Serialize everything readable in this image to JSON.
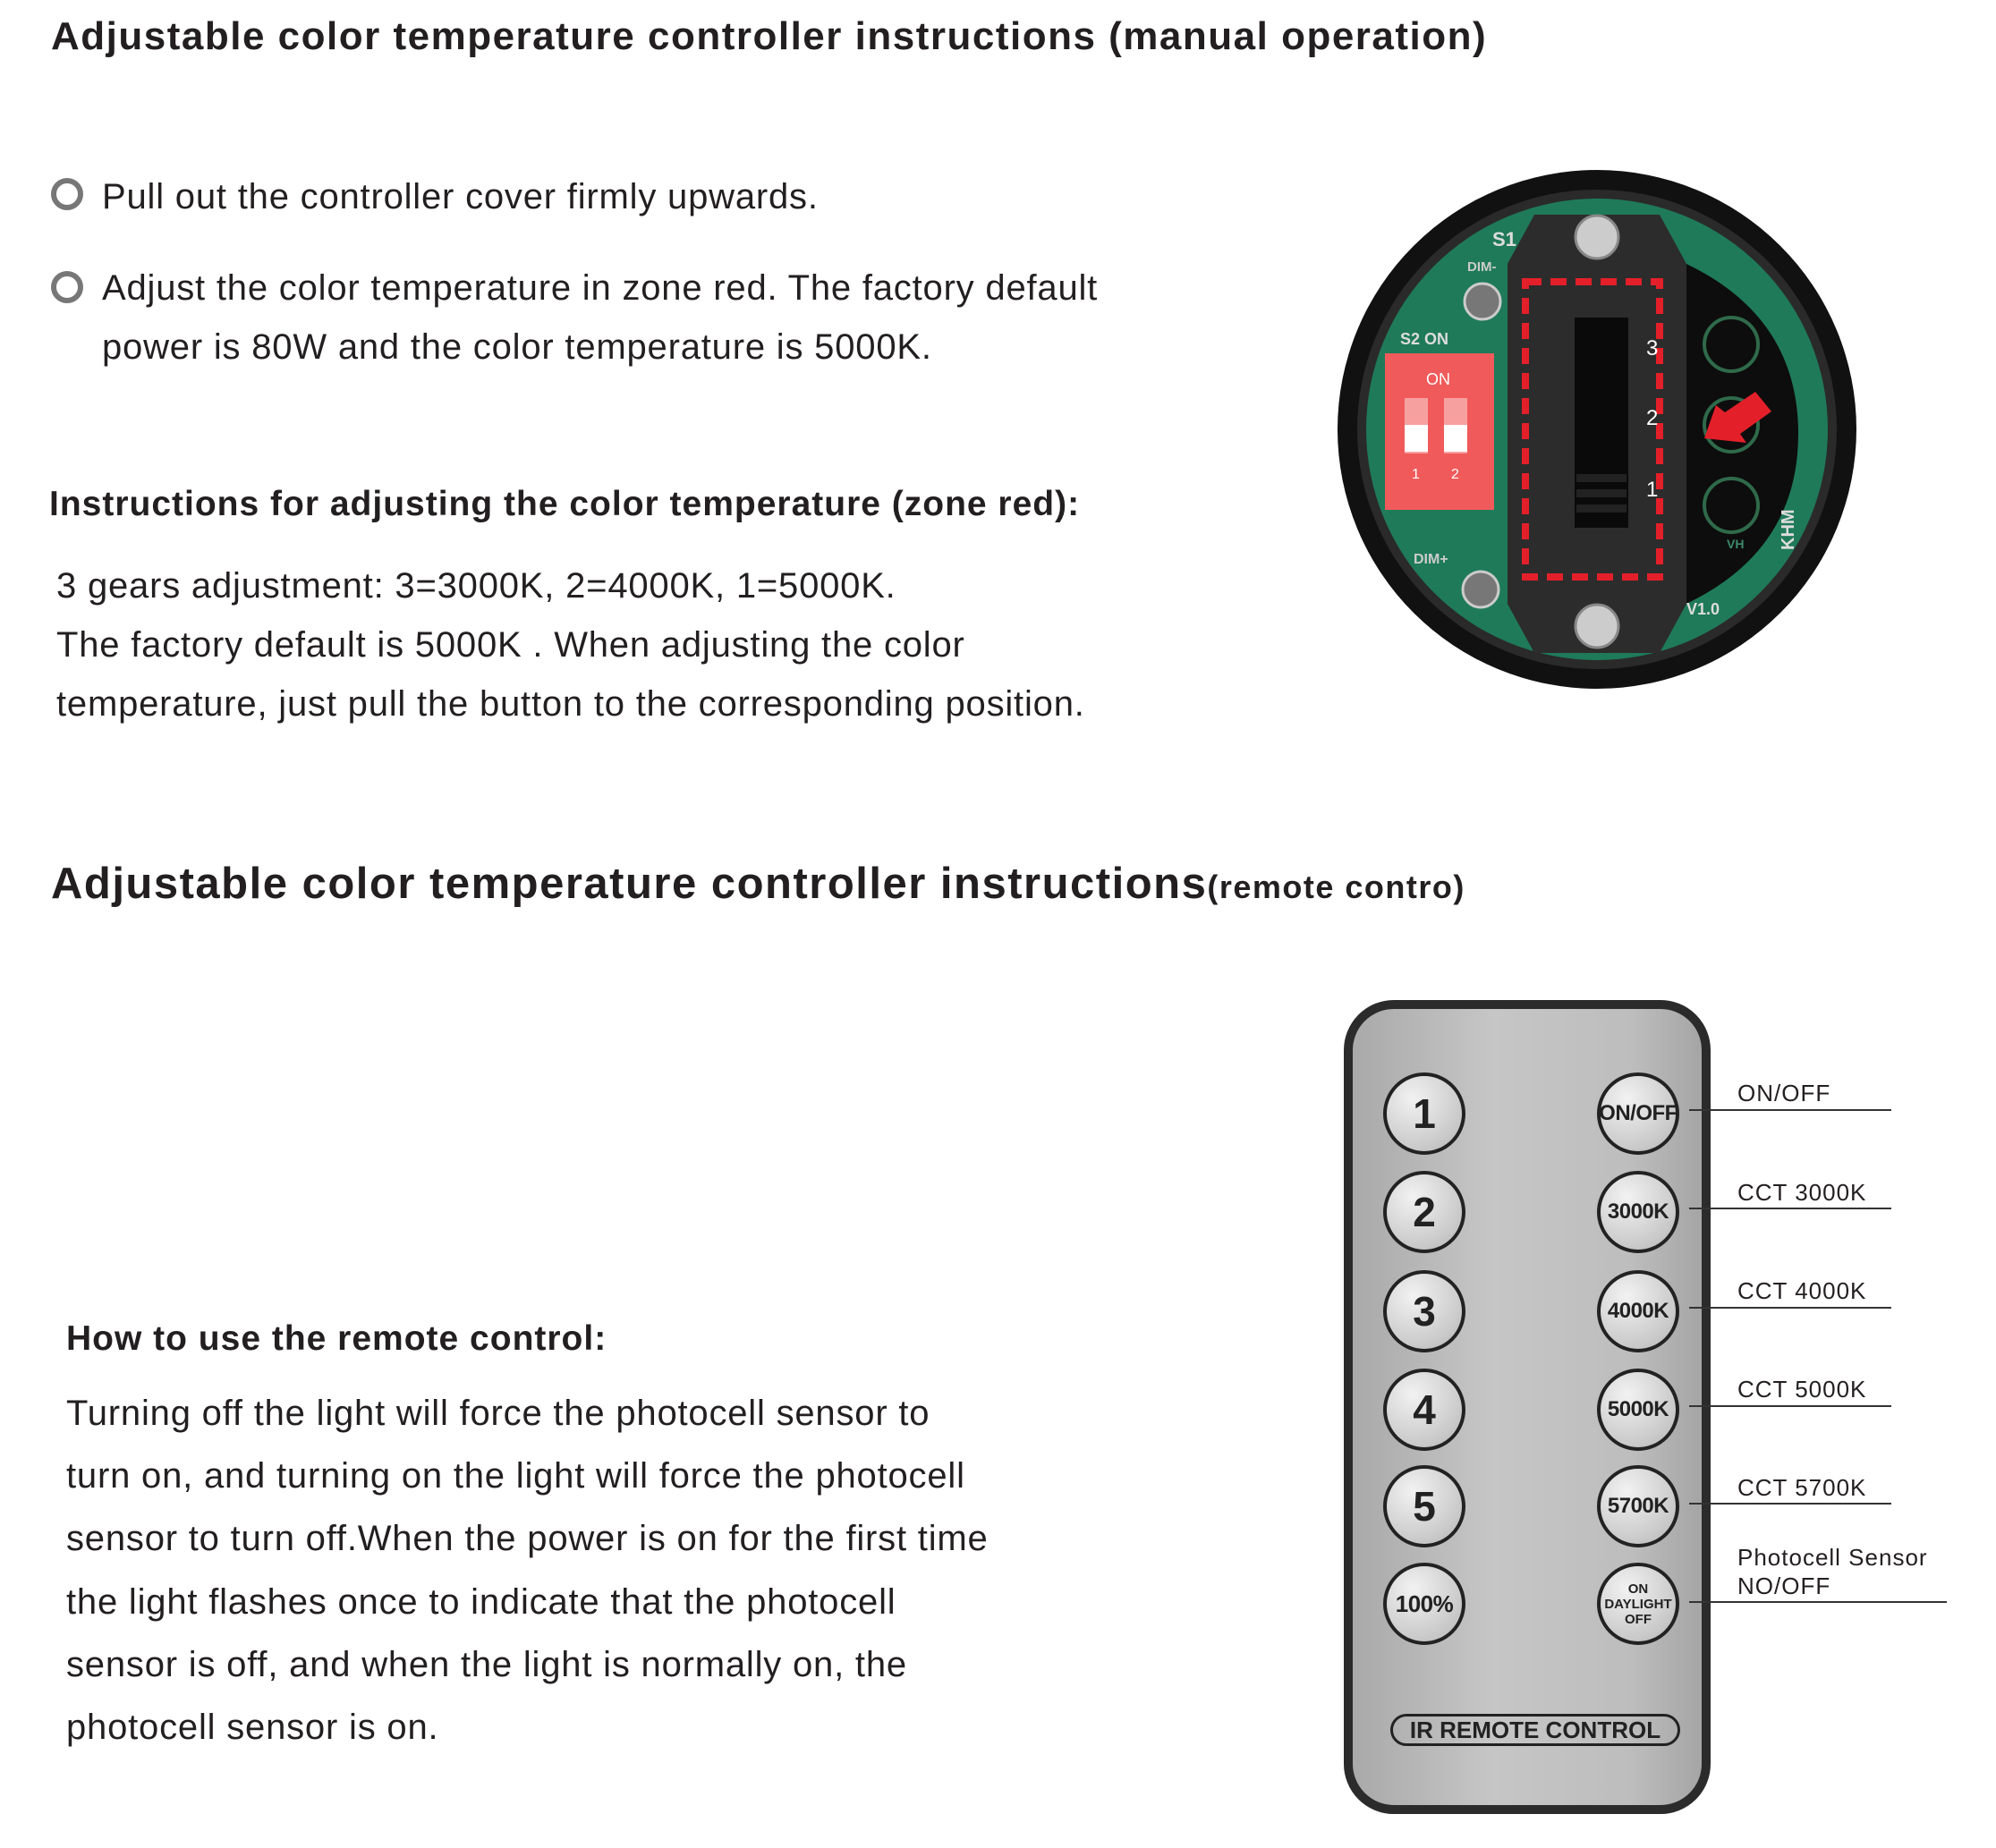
{
  "section1": {
    "title": "Adjustable color temperature  controller  instructions  (manual operation)",
    "bullets": [
      "Pull out the controller cover firmly upwards.",
      "Adjust the color temperature in zone red. The factory default",
      "power is 80W and the color temperature is 5000K."
    ],
    "subheading": "Instructions for adjusting the color temperature (zone red):",
    "lines": [
      "3 gears adjustment: 3=3000K, 2=4000K, 1=5000K.",
      "The factory default is 5000K . When adjusting the color",
      "temperature, just pull the button to the corresponding position."
    ]
  },
  "controller_image": {
    "labels": {
      "s1": "S1",
      "dim_minus": "DIM-",
      "s2_on": "S2 ON",
      "dip_on": "ON",
      "dip_1": "1",
      "dip_2": "2",
      "pos_3": "3",
      "pos_2": "2",
      "pos_1": "1",
      "dim_plus": "DIM+",
      "version": "V1.0",
      "brand": "KHM",
      "vh": "VH"
    },
    "colors": {
      "pcb": "#1f7a5a",
      "highlight": "#e3202a",
      "dip": "#f05a5a"
    }
  },
  "section2": {
    "title": "Adjustable color temperature  controller  instructions",
    "title_suffix": "(remote contro)",
    "subheading": "How to use the remote control:",
    "lines": [
      "Turning off the light will force the photocell sensor to",
      "turn on, and turning on the light will force the photocell",
      "sensor to turn off.When the power is on for the first time",
      "the light flashes once to indicate that the photocell",
      "sensor is off, and when the light is normally on, the",
      "photocell sensor is on."
    ]
  },
  "remote": {
    "left_buttons": [
      "1",
      "2",
      "3",
      "4",
      "5",
      "100%"
    ],
    "right_buttons": [
      "ON/OFF",
      "3000K",
      "4000K",
      "5000K",
      "5700K"
    ],
    "daylight_button": {
      "line1": "ON",
      "line2": "DAYLIGHT",
      "line3": "OFF"
    },
    "footer": "IR REMOTE CONTROL",
    "callouts": [
      "ON/OFF",
      "CCT 3000K",
      "CCT 4000K",
      "CCT 5000K",
      "CCT 5700K"
    ],
    "photocell_callout": {
      "line1": "Photocell Sensor",
      "line2": "NO/OFF"
    }
  }
}
